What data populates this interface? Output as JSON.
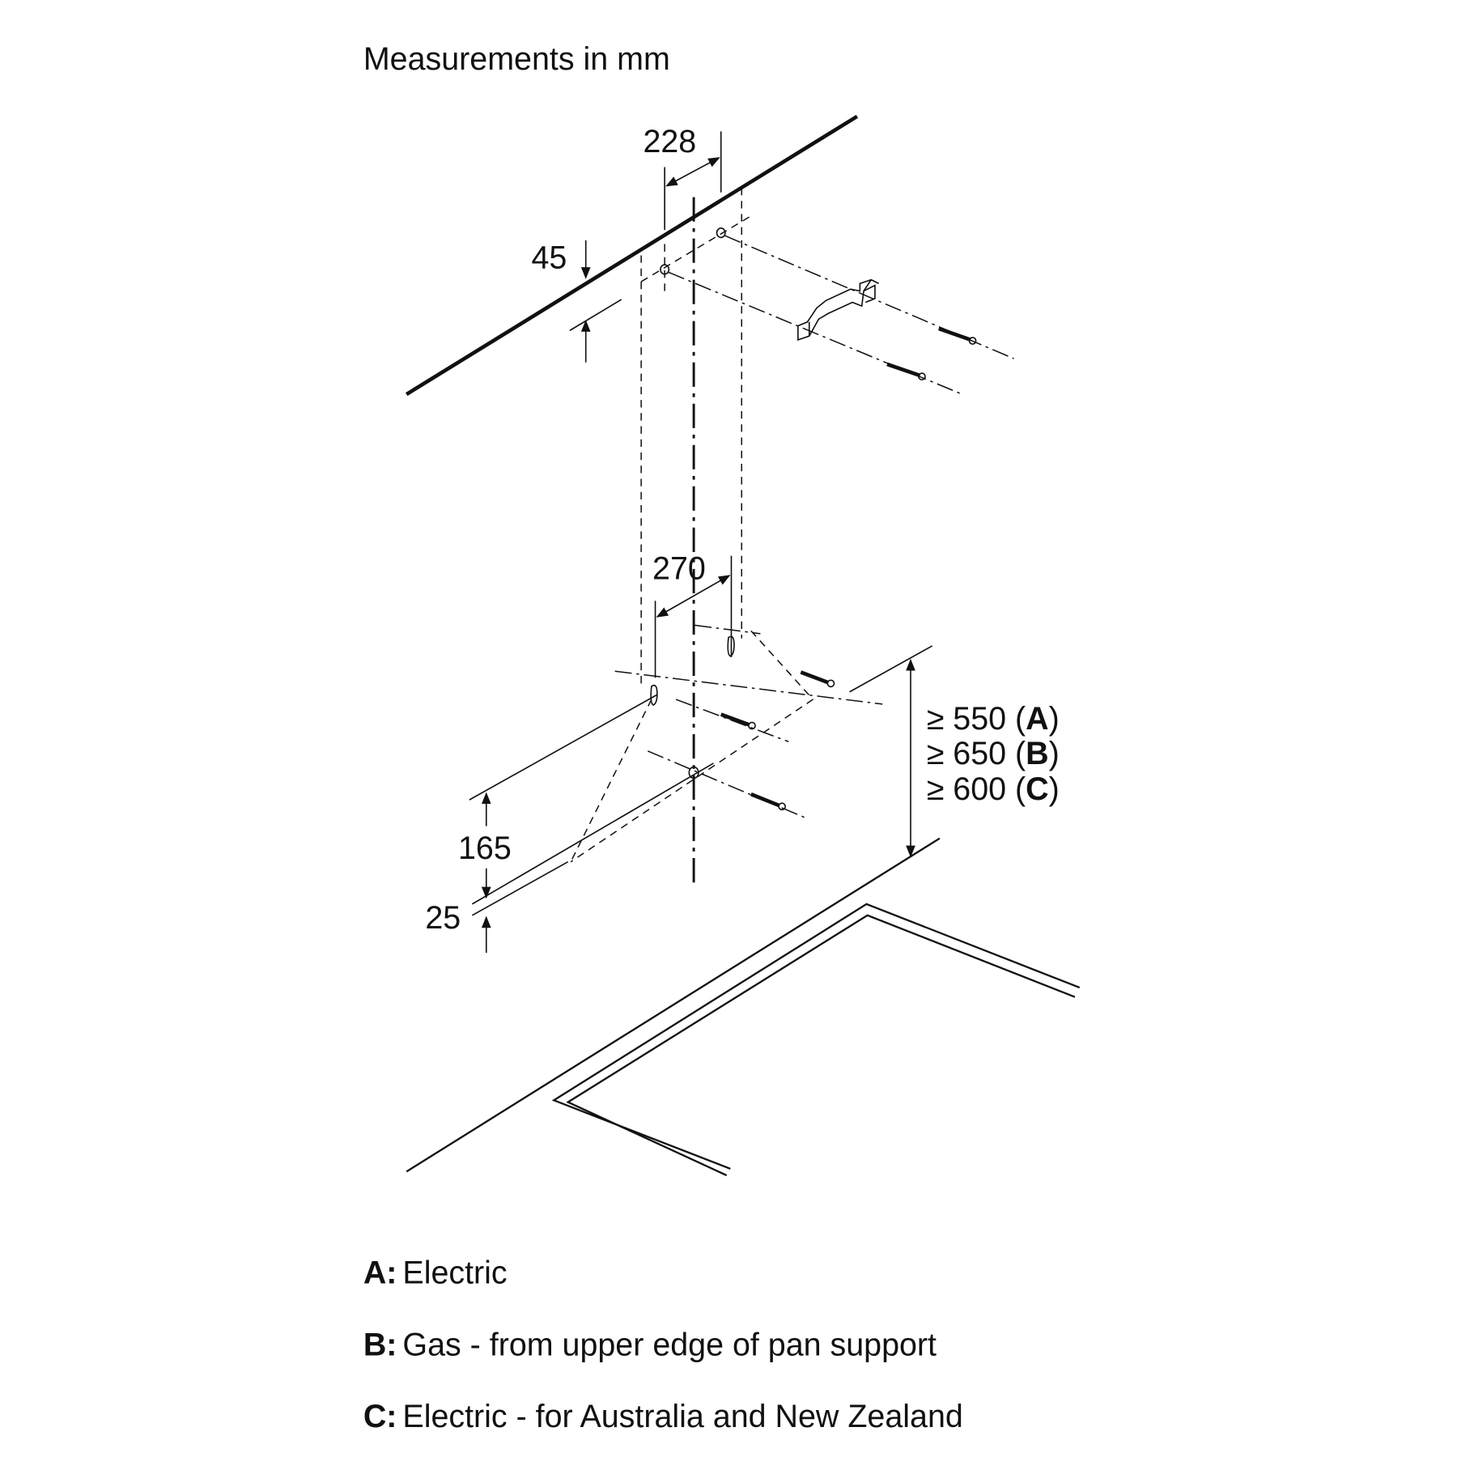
{
  "title": "Measurements in mm",
  "dimensions": {
    "upper_hole_spacing": "228",
    "ceiling_offset": "45",
    "lower_hole_spacing": "270",
    "lower_height": "165",
    "bottom_offset": "25"
  },
  "clearances": [
    {
      "prefix": "≥ 550 (",
      "key": "A",
      "suffix": ")"
    },
    {
      "prefix": "≥ 650 (",
      "key": "B",
      "suffix": ")"
    },
    {
      "prefix": "≥ 600 (",
      "key": "C",
      "suffix": ")"
    }
  ],
  "legend": [
    {
      "key": "A:",
      "text": "Electric"
    },
    {
      "key": "B:",
      "text": "Gas - from upper edge of pan support"
    },
    {
      "key": "C:",
      "text": "Electric - for Australia and New Zealand"
    }
  ]
}
